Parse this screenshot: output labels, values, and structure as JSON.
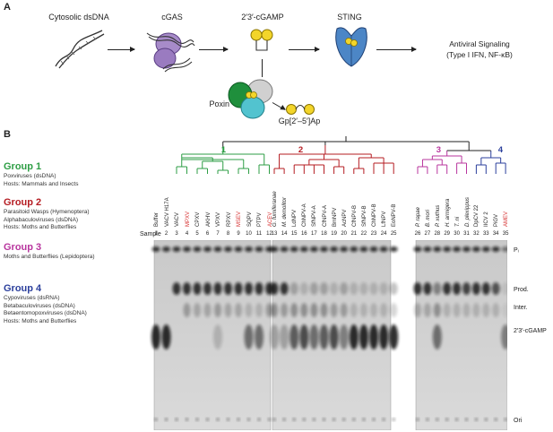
{
  "figure": {
    "panel_a_letter": "A",
    "panel_b_letter": "B",
    "pathway": {
      "dsdna": "Cytosolic dsDNA",
      "cgas": "cGAS",
      "cgamp": "2′3′-cGAMP",
      "sting": "STING",
      "signaling_line1": "Antiviral Signaling",
      "signaling_line2": "(Type I IFN, NF-κB)",
      "poxin": "Poxin",
      "product": "Gp[2′–5′]Ap"
    },
    "groups": [
      {
        "title": "Group 1",
        "color": "#2e9e45",
        "lines": [
          "Poxviruses (dsDNA)",
          "Hosts: Mammals and Insects"
        ]
      },
      {
        "title": "Group 2",
        "color": "#b51c22",
        "lines": [
          "Parasitoid Wasps (Hymenoptera)",
          "Alphabaculoviruses (dsDNA)",
          "Hosts: Moths and Butterflies"
        ]
      },
      {
        "title": "Group 3",
        "color": "#b8359e",
        "lines": [
          "Moths and Butterflies (Lepidoptera)"
        ]
      },
      {
        "title": "Group 4",
        "color": "#2b3f9c",
        "lines": [
          "Cypoviruses (dsRNA)",
          "Betabaculoviruses (dsDNA)",
          "Betaentomopoxviruses (dsDNA)",
          "Hosts: Moths and Butterflies"
        ]
      }
    ],
    "clade_numbers": [
      "1",
      "2",
      "3",
      "4"
    ],
    "sample_label": "Sample",
    "lanes": [
      {
        "n": "1",
        "name": "Buffer",
        "color": "#222",
        "italic": false
      },
      {
        "n": "2",
        "name": "VACV H17A",
        "color": "#222",
        "italic": false
      },
      {
        "n": "3",
        "name": "VACV",
        "color": "#222",
        "italic": false
      },
      {
        "n": "4",
        "name": "MPXV",
        "color": "#d62f2f",
        "italic": false
      },
      {
        "n": "5",
        "name": "CPXV",
        "color": "#222",
        "italic": false
      },
      {
        "n": "6",
        "name": "AKHV",
        "color": "#222",
        "italic": false
      },
      {
        "n": "7",
        "name": "VPXV",
        "color": "#222",
        "italic": false
      },
      {
        "n": "8",
        "name": "RPXV",
        "color": "#222",
        "italic": false
      },
      {
        "n": "9",
        "name": "MSEV",
        "color": "#d62f2f",
        "italic": false
      },
      {
        "n": "10",
        "name": "SQPV",
        "color": "#222",
        "italic": false
      },
      {
        "n": "11",
        "name": "PTPV",
        "color": "#222",
        "italic": false
      },
      {
        "n": "12",
        "name": "ACEV",
        "color": "#d62f2f",
        "italic": false
      },
      {
        "n": "13",
        "name": "G. fumiferanae",
        "color": "#222",
        "italic": true
      },
      {
        "n": "14",
        "name": "M. demolitor",
        "color": "#222",
        "italic": true
      },
      {
        "n": "15",
        "name": "LdNPV",
        "color": "#222",
        "italic": false
      },
      {
        "n": "16",
        "name": "ChNPV-A",
        "color": "#222",
        "italic": false
      },
      {
        "n": "17",
        "name": "SfNPV-A",
        "color": "#222",
        "italic": false
      },
      {
        "n": "18",
        "name": "CfNPV-A",
        "color": "#222",
        "italic": false
      },
      {
        "n": "19",
        "name": "BmNPV",
        "color": "#222",
        "italic": false
      },
      {
        "n": "20",
        "name": "AcNPV",
        "color": "#222",
        "italic": false
      },
      {
        "n": "21",
        "name": "CfNPV-B",
        "color": "#222",
        "italic": false
      },
      {
        "n": "22",
        "name": "SfNPV-B",
        "color": "#222",
        "italic": false
      },
      {
        "n": "23",
        "name": "ChNPV-B",
        "color": "#222",
        "italic": false
      },
      {
        "n": "24",
        "name": "LfNPV",
        "color": "#222",
        "italic": false
      },
      {
        "n": "25",
        "name": "EoNPV-B",
        "color": "#222",
        "italic": false
      },
      {
        "n": "26",
        "name": "P. rapae",
        "color": "#222",
        "italic": true
      },
      {
        "n": "27",
        "name": "B. mori",
        "color": "#222",
        "italic": true
      },
      {
        "n": "28",
        "name": "P. xuthus",
        "color": "#222",
        "italic": true
      },
      {
        "n": "29",
        "name": "H. armigera",
        "color": "#222",
        "italic": true
      },
      {
        "n": "30",
        "name": "T. ni",
        "color": "#222",
        "italic": true
      },
      {
        "n": "31",
        "name": "D. plexippus",
        "color": "#222",
        "italic": true
      },
      {
        "n": "32",
        "name": "DpCV 22",
        "color": "#222",
        "italic": false
      },
      {
        "n": "33",
        "name": "IICV 2",
        "color": "#222",
        "italic": false
      },
      {
        "n": "34",
        "name": "PiGV",
        "color": "#222",
        "italic": false
      },
      {
        "n": "35",
        "name": "AMEV",
        "color": "#d62f2f",
        "italic": false
      }
    ],
    "gel_labels": {
      "pi": "Pᵢ",
      "prod": "Prod.",
      "inter": "Inter.",
      "cgamp": "2′3′-cGAMP",
      "ori": "Ori"
    }
  }
}
